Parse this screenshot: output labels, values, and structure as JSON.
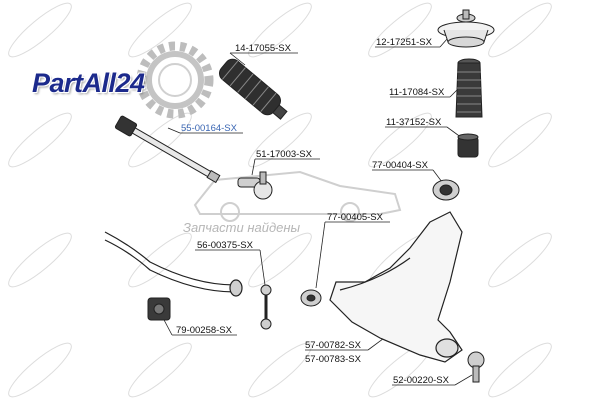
{
  "logo": {
    "text": "PartAll24"
  },
  "watermark": {
    "text": "Запчасти найдены"
  },
  "parts": [
    {
      "code": "14-17055-SX"
    },
    {
      "code": "12-17251-SX"
    },
    {
      "code": "11-17084-SX"
    },
    {
      "code": "55-00164-SX"
    },
    {
      "code": "11-37152-SX"
    },
    {
      "code": "51-17003-SX"
    },
    {
      "code": "77-00404-SX"
    },
    {
      "code": "77-00405-SX"
    },
    {
      "code": "56-00375-SX"
    },
    {
      "code": "79-00258-SX"
    },
    {
      "code": "57-00782-SX"
    },
    {
      "code": "57-00783-SX"
    },
    {
      "code": "52-00220-SX"
    }
  ],
  "colors": {
    "line": "#222222",
    "label_highlight": "#3a66b3",
    "logo": "#1c2a8c",
    "gear": "#b9b9b9",
    "watermark": "#c8c8c8"
  }
}
